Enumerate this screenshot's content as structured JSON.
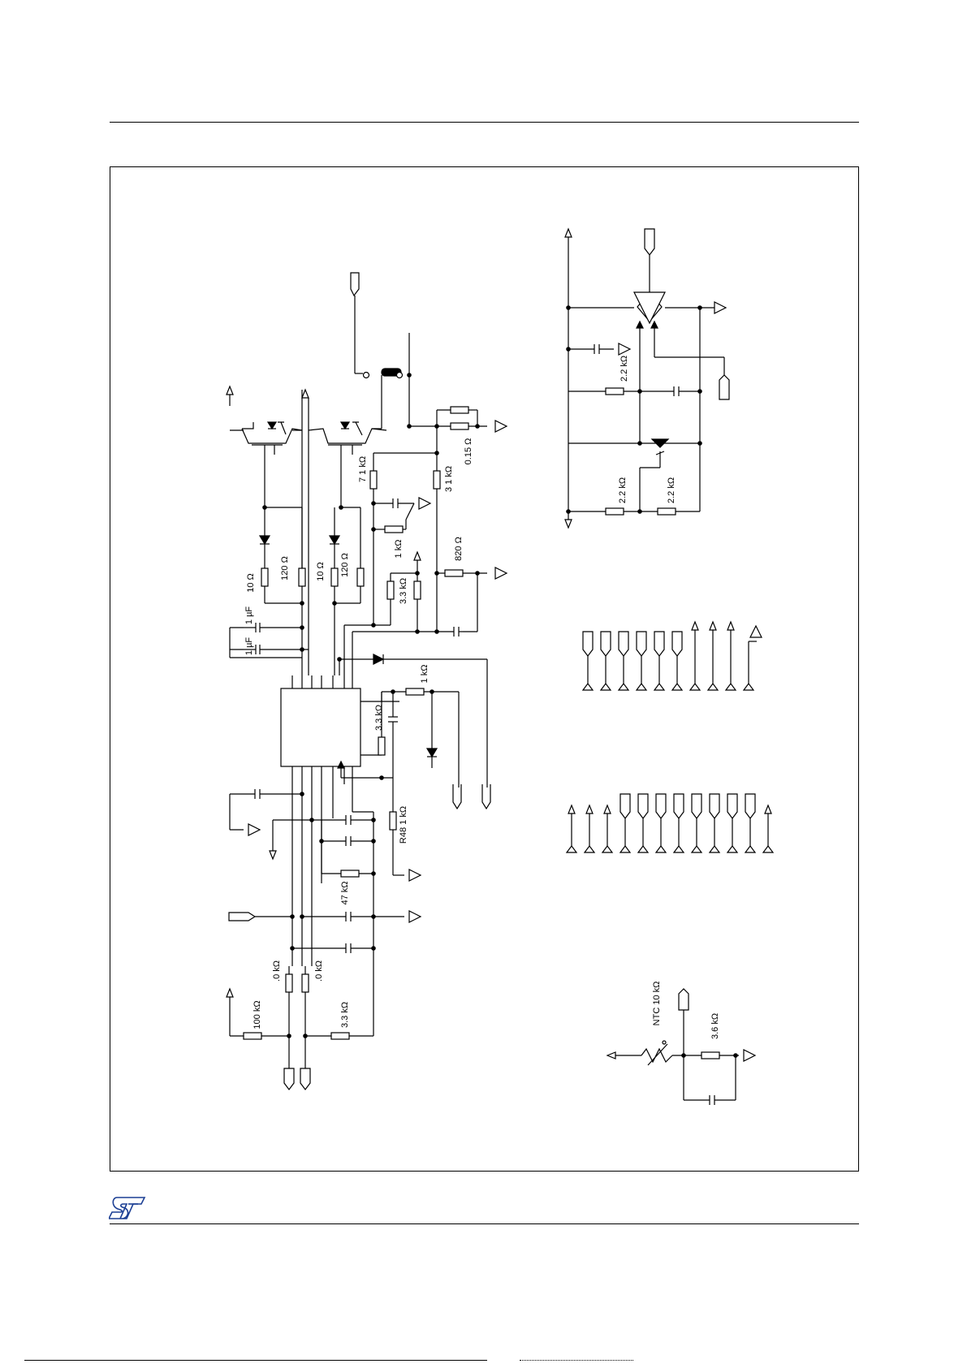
{
  "figure": {
    "labels": {
      "r_10a": "10 Ω",
      "r_120a": "120 Ω",
      "r_10b": "10 Ω",
      "r_120b": "120 Ω",
      "c_1uf_a": "1 µF",
      "c_1uf_b": "1 µF",
      "r_7_1k": "7  1 kΩ",
      "r_3_1k": "3 1 kΩ",
      "r_015": "0.15 Ω",
      "r_1k_a": "1 kΩ",
      "r_820": "820 Ω",
      "r_33k_a": "3.3 kΩ",
      "r_1k_b": "1 kΩ",
      "r_33k_b": "3.3 kΩ",
      "r_48": "R48  1 kΩ",
      "r_47k": "47 kΩ",
      "r_0k_a": ".0 kΩ",
      "r_0k_b": ".0 kΩ",
      "r_100k": "100 kΩ",
      "r_33k_c": "3.3 kΩ",
      "r_22k_a": "2.2 kΩ",
      "r_22k_b": "2.2 kΩ",
      "r_22k_c": "2.2 kΩ",
      "ntc": "NTC 10 kΩ",
      "r_36k": "3.6 kΩ"
    }
  },
  "colors": {
    "line": "#000000",
    "logo": "#1c3f94"
  }
}
